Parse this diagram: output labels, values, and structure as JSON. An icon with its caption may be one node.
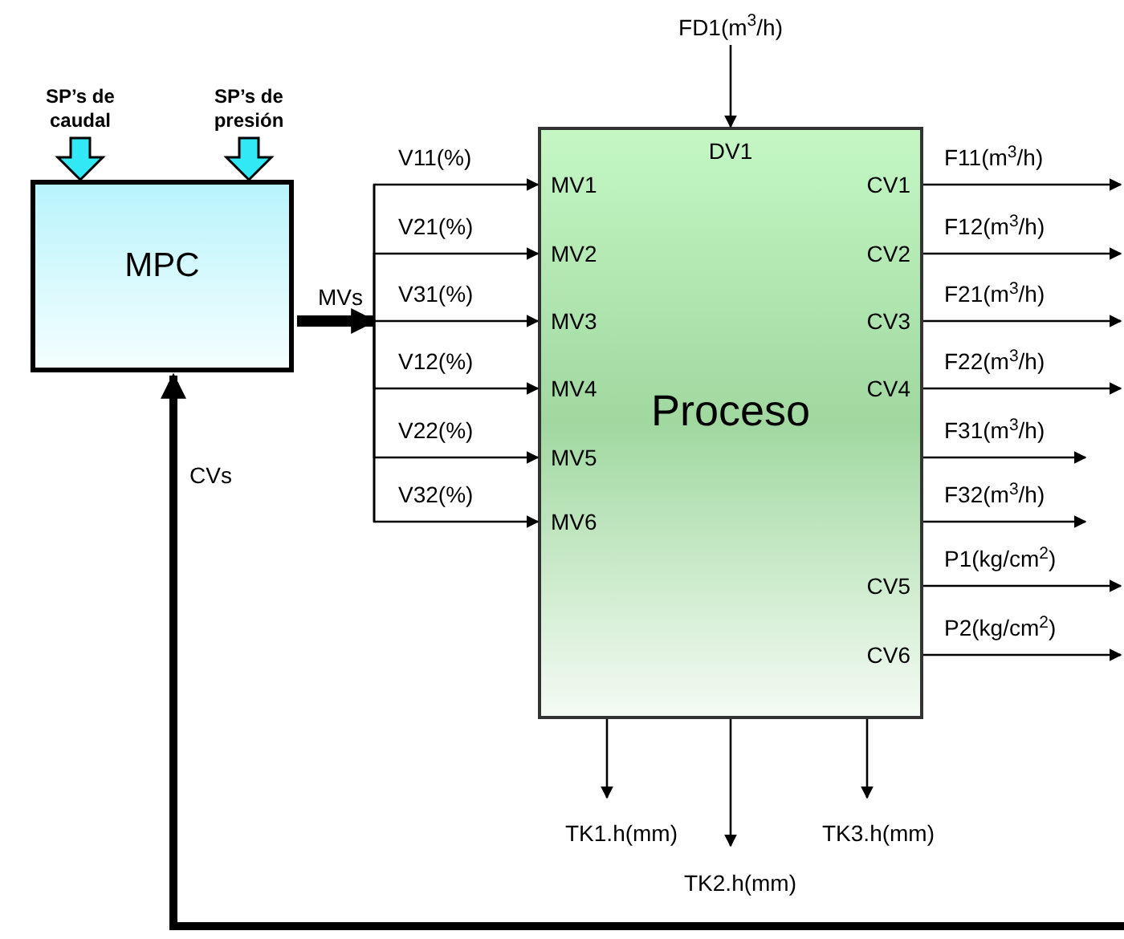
{
  "diagram": {
    "nodes": [
      {
        "text": [
          "MPC"
        ]
      },
      {
        "text": [
          "Proceso",
          "DV1",
          "MV1",
          "MV2",
          "MV3",
          "MV4",
          "MV5",
          "MV6",
          "CV1",
          "CV2",
          "CV3",
          "CV4",
          "CV5",
          "CV6"
        ]
      },
      {
        "text": [
          "SP’s de caudal"
        ]
      },
      {
        "text": [
          "SP’s de presión"
        ]
      },
      {
        "text": [
          "FD1(m$^{3}$/h)"
        ]
      }
    ],
    "edges": [
      {
        "from": 0,
        "to": 1,
        "arrow": "to",
        "label": "V11(%)"
      },
      {
        "from": 0,
        "to": 1,
        "arrow": "to",
        "label": "V21(%)"
      },
      {
        "from": 0,
        "to": 1,
        "arrow": "to",
        "label": "V31(%)"
      },
      {
        "from": 0,
        "to": 1,
        "arrow": "to",
        "label": "V12(%)"
      },
      {
        "from": 0,
        "to": 1,
        "arrow": "to",
        "label": "V22(%)"
      },
      {
        "from": 0,
        "to": 1,
        "arrow": "to",
        "label": "V32(%)"
      },
      {
        "from": 2,
        "to": 0,
        "arrow": "to",
        "style": "thick",
        "color": "#33e8f5"
      },
      {
        "from": 3,
        "to": 0,
        "arrow": "to",
        "style": "thick",
        "color": "#33e8f5"
      },
      {
        "from": 4,
        "to": 1,
        "arrow": "to"
      },
      {
        "from": 1,
        "to": null,
        "arrow": "to",
        "label": "F11(m$^{3}$/h)"
      },
      {
        "from": 1,
        "to": null,
        "arrow": "to",
        "label": "F12(m$^{3}$/h)"
      },
      {
        "from": 1,
        "to": null,
        "arrow": "to",
        "label": "F21(m$^{3}$/h)"
      },
      {
        "from": 1,
        "to": null,
        "arrow": "to",
        "label": "F22(m$^{3}$/h)"
      },
      {
        "from": 1,
        "to": null,
        "arrow": "to",
        "label": "F31(m$^{3}$/h)"
      },
      {
        "from": 1,
        "to": null,
        "arrow": "to",
        "label": "F32(m$^{3}$/h)"
      },
      {
        "from": 1,
        "to": null,
        "arrow": "to",
        "label": "P1(kg/cm$^{2}$)"
      },
      {
        "from": 1,
        "to": null,
        "arrow": "to",
        "label": "P2(kg/cm$^{2}$)"
      },
      {
        "from": 1,
        "to": null,
        "arrow": "to",
        "label": "TK1.h(mm)"
      },
      {
        "from": 1,
        "to": null,
        "arrow": "to",
        "label": "TK2.h(mm)"
      },
      {
        "from": 1,
        "to": null,
        "arrow": "to",
        "label": "TK3.h(mm)"
      },
      {
        "from": null,
        "to": 0,
        "arrow": "to",
        "style": "thick",
        "label": "CVs"
      }
    ],
    "labels": [
      "MVs"
    ]
  }
}
